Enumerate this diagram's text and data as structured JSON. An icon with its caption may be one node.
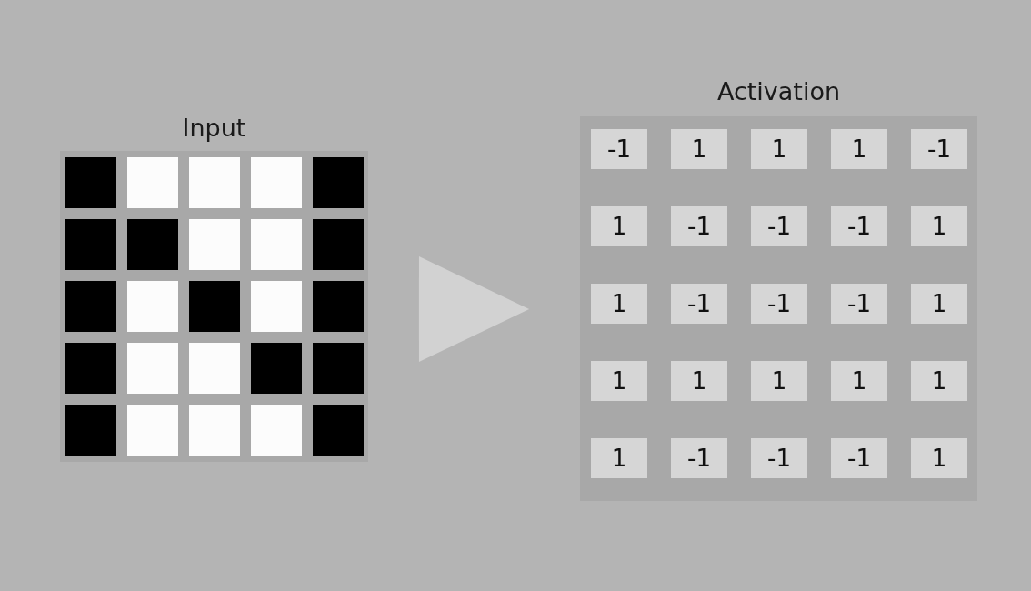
{
  "diagram": {
    "nodes": [
      {
        "text": [
          "Input"
        ]
      },
      {
        "text": [],
        "shape": "box",
        "in": 0
      },
      {
        "text": [],
        "shape": "box",
        "in": 0
      },
      {
        "text": [],
        "shape": "box",
        "in": 0
      },
      {
        "text": [],
        "shape": "box",
        "in": 0
      },
      {
        "text": [],
        "shape": "box",
        "in": 0
      },
      {
        "text": [],
        "shape": "box",
        "in": 0
      },
      {
        "text": [],
        "shape": "box",
        "in": 0
      },
      {
        "text": [],
        "shape": "box",
        "in": 0
      },
      {
        "text": [],
        "shape": "box",
        "in": 0
      },
      {
        "text": [],
        "shape": "box",
        "in": 0
      },
      {
        "text": [],
        "shape": "box",
        "in": 0
      },
      {
        "text": [],
        "shape": "box",
        "in": 0
      },
      {
        "text": [],
        "shape": "box",
        "in": 0
      },
      {
        "text": [],
        "shape": "box",
        "in": 0
      },
      {
        "text": [],
        "shape": "box",
        "in": 0
      },
      {
        "text": [],
        "shape": "box",
        "in": 0
      },
      {
        "text": [],
        "shape": "box",
        "in": 0
      },
      {
        "text": [],
        "shape": "box",
        "in": 0
      },
      {
        "text": [],
        "shape": "box",
        "in": 0
      },
      {
        "text": [],
        "shape": "box",
        "in": 0
      },
      {
        "text": [],
        "shape": "box",
        "in": 0
      },
      {
        "text": [],
        "shape": "box",
        "in": 0
      },
      {
        "text": [],
        "shape": "box",
        "in": 0
      },
      {
        "text": [],
        "shape": "box",
        "in": 0
      },
      {
        "text": [],
        "shape": "box",
        "in": 0
      },
      {
        "text": [
          "Activation"
        ]
      },
      {
        "text": [
          "-1"
        ],
        "in": 26
      },
      {
        "text": [
          "1"
        ],
        "in": 26
      },
      {
        "text": [
          "1"
        ],
        "in": 26
      },
      {
        "text": [
          "1"
        ],
        "in": 26
      },
      {
        "text": [
          "-1"
        ],
        "in": 26
      },
      {
        "text": [
          "1"
        ],
        "in": 26
      },
      {
        "text": [
          "-1"
        ],
        "in": 26
      },
      {
        "text": [
          "-1"
        ],
        "in": 26
      },
      {
        "text": [
          "-1"
        ],
        "in": 26
      },
      {
        "text": [
          "1"
        ],
        "in": 26
      },
      {
        "text": [
          "1"
        ],
        "in": 26
      },
      {
        "text": [
          "-1"
        ],
        "in": 26
      },
      {
        "text": [
          "-1"
        ],
        "in": 26
      },
      {
        "text": [
          "-1"
        ],
        "in": 26
      },
      {
        "text": [
          "1"
        ],
        "in": 26
      },
      {
        "text": [
          "1"
        ],
        "in": 26
      },
      {
        "text": [
          "1"
        ],
        "in": 26
      },
      {
        "text": [
          "1"
        ],
        "in": 26
      },
      {
        "text": [
          "1"
        ],
        "in": 26
      },
      {
        "text": [
          "1"
        ],
        "in": 26
      },
      {
        "text": [
          "1"
        ],
        "in": 26
      },
      {
        "text": [
          "-1"
        ],
        "in": 26
      },
      {
        "text": [
          "-1"
        ],
        "in": 26
      },
      {
        "text": [
          "-1"
        ],
        "in": 26
      },
      {
        "text": [
          "1"
        ],
        "in": 26
      }
    ],
    "edges": [
      {
        "from": 0,
        "to": 26,
        "arrow": "to"
      }
    ]
  }
}
